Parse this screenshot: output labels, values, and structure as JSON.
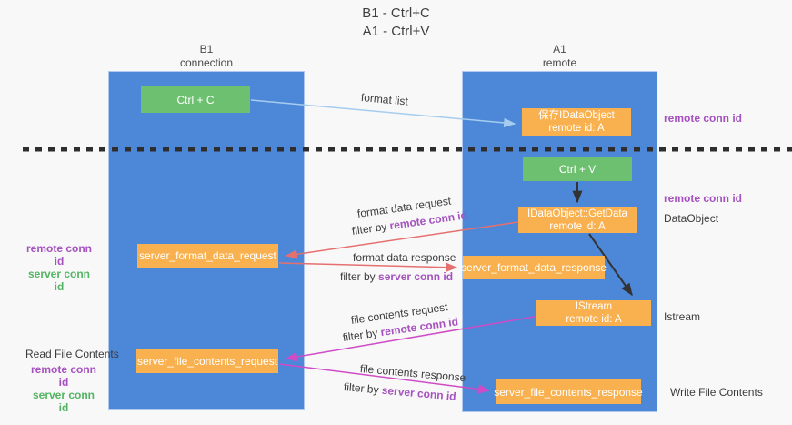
{
  "title": {
    "line1": "B1 - Ctrl+C",
    "line2": "A1 - Ctrl+V"
  },
  "columns": {
    "left": {
      "name": "B1",
      "role": "connection"
    },
    "right": {
      "name": "A1",
      "role": "remote"
    }
  },
  "nodes": {
    "ctrl_c": {
      "label": "Ctrl + C"
    },
    "saved_dataobject": {
      "line1": "保存IDataObject",
      "line2": "remote id: A"
    },
    "ctrl_v": {
      "label": "Ctrl + V"
    },
    "getdata": {
      "line1": "IDataObject::GetData",
      "line2": "remote id: A"
    },
    "format_request": {
      "label": "server_format_data_request"
    },
    "format_response": {
      "label": "server_format_data_response"
    },
    "istream": {
      "line1": "IStream",
      "line2": "remote id: A"
    },
    "file_request": {
      "label": "server_file_contents_request"
    },
    "file_response": {
      "label": "server_file_contents_response"
    }
  },
  "arrow_labels": {
    "format_list": "format list",
    "format_data_request": "format data request",
    "format_data_response": "format data response",
    "file_contents_request": "file contents request",
    "file_contents_response": "file contents response",
    "filter_by": "filter by ",
    "remote_conn_id": "remote conn id",
    "server_conn_id": "server conn id"
  },
  "side_labels": {
    "remote_conn_id_top": "remote conn id",
    "remote_conn_id_mid": "remote conn id",
    "dataobject": "DataObject",
    "istream": "Istream",
    "write_file_contents": "Write File Contents",
    "read_file_contents": "Read File Contents",
    "remote_conn_id": "remote conn id",
    "server_conn_id": "server conn id"
  },
  "colors": {
    "lane_blue": "#4d87d8",
    "box_green": "#6ec071",
    "box_orange": "#f9b04e",
    "arrow_red": "#e57070",
    "arrow_magenta": "#cf4cc6",
    "arrow_lightblue": "#a6cdef",
    "arrow_black": "#333333",
    "text_purple": "#a551bf",
    "text_green": "#53b463",
    "divider_black": "#2e2e2e"
  }
}
